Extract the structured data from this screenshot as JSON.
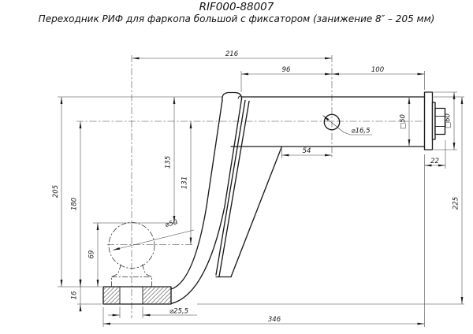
{
  "title": "RIF000-88007",
  "subtitle": "Переходник РИФ для фаркопа большой с фиксатором (занижение 8″ – 205 мм)",
  "dims": {
    "width_216": "216",
    "width_96": "96",
    "width_100": "100",
    "width_54": "54",
    "width_346": "346",
    "width_22": "22",
    "height_205": "205",
    "height_180": "180",
    "height_135": "135",
    "height_131": "131",
    "height_69": "69",
    "height_16": "16",
    "height_225": "225",
    "square_tube": "□50",
    "square_flange": "□60",
    "dia_pin_hole": "⌀16,5",
    "dia_ball": "⌀50",
    "dia_base_hole": "⌀25,5"
  },
  "colors": {
    "line": "#1b1b1b",
    "background": "#ffffff"
  }
}
